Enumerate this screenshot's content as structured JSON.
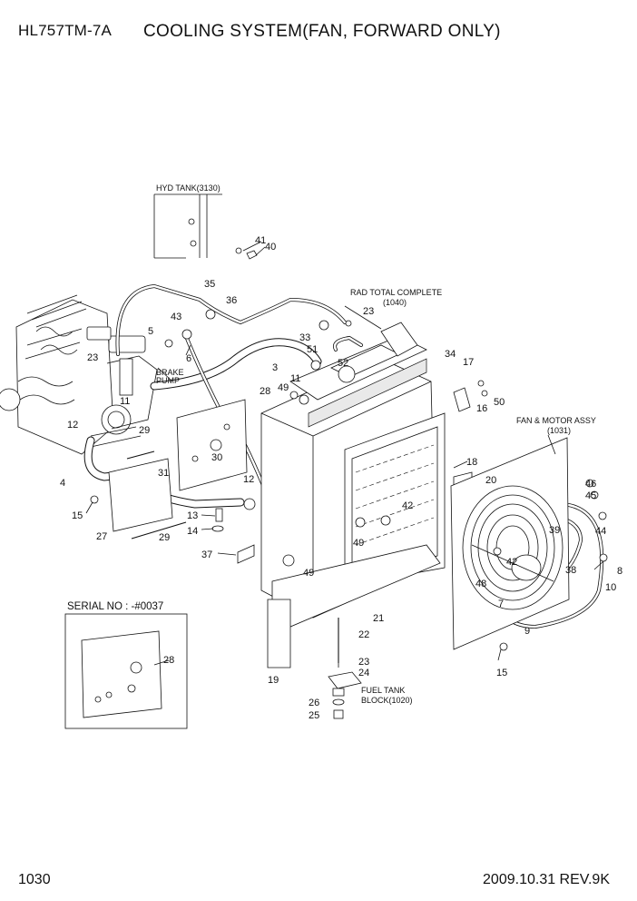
{
  "header": {
    "model": "HL757TM-7A",
    "title": "COOLING SYSTEM(FAN, FORWARD ONLY)"
  },
  "footer": {
    "page": "1030",
    "revision": "2009.10.31  REV.9K"
  },
  "insets": {
    "hyd_tank": "HYD TANK(3130)",
    "serial": "SERIAL NO : -#0037"
  },
  "assemblies": {
    "rad_total_line1": "RAD TOTAL COMPLETE",
    "rad_total_line2": "(1040)",
    "fan_motor_line1": "FAN & MOTOR ASSY",
    "fan_motor_line2": "(1031)",
    "brake_pump_line1": "BRAKE",
    "brake_pump_line2": "PUMP",
    "fuel_tank_line1": "FUEL TANK",
    "fuel_tank_line2": "BLOCK(1020)"
  },
  "callouts": {
    "c3": "3",
    "c4": "4",
    "c5": "5",
    "c6": "6",
    "c7": "7",
    "c8": "8",
    "c9": "9",
    "c10": "10",
    "c11a": "11",
    "c11b": "11",
    "c12a": "12",
    "c12b": "12",
    "c13": "13",
    "c14": "14",
    "c15a": "15",
    "c15b": "15",
    "c16": "16",
    "c17": "17",
    "c18": "18",
    "c19": "19",
    "c20": "20",
    "c21": "21",
    "c22": "22",
    "c23a": "23",
    "c23b": "23",
    "c23c": "23",
    "c24": "24",
    "c25": "25",
    "c26": "26",
    "c27": "27",
    "c28a": "28",
    "c28b": "28",
    "c29a": "29",
    "c29b": "29",
    "c30": "30",
    "c31": "31",
    "c33": "33",
    "c34": "34",
    "c35": "35",
    "c36": "36",
    "c37": "37",
    "c38": "38",
    "c39": "39",
    "c40": "40",
    "c41": "41",
    "c42a": "42",
    "c42b": "42",
    "c43": "43",
    "c44": "44",
    "c45": "45",
    "c46": "46",
    "c48": "48",
    "c49a": "49",
    "c49b": "49",
    "c49c": "49",
    "c50": "50",
    "c51": "51",
    "c52": "52"
  }
}
